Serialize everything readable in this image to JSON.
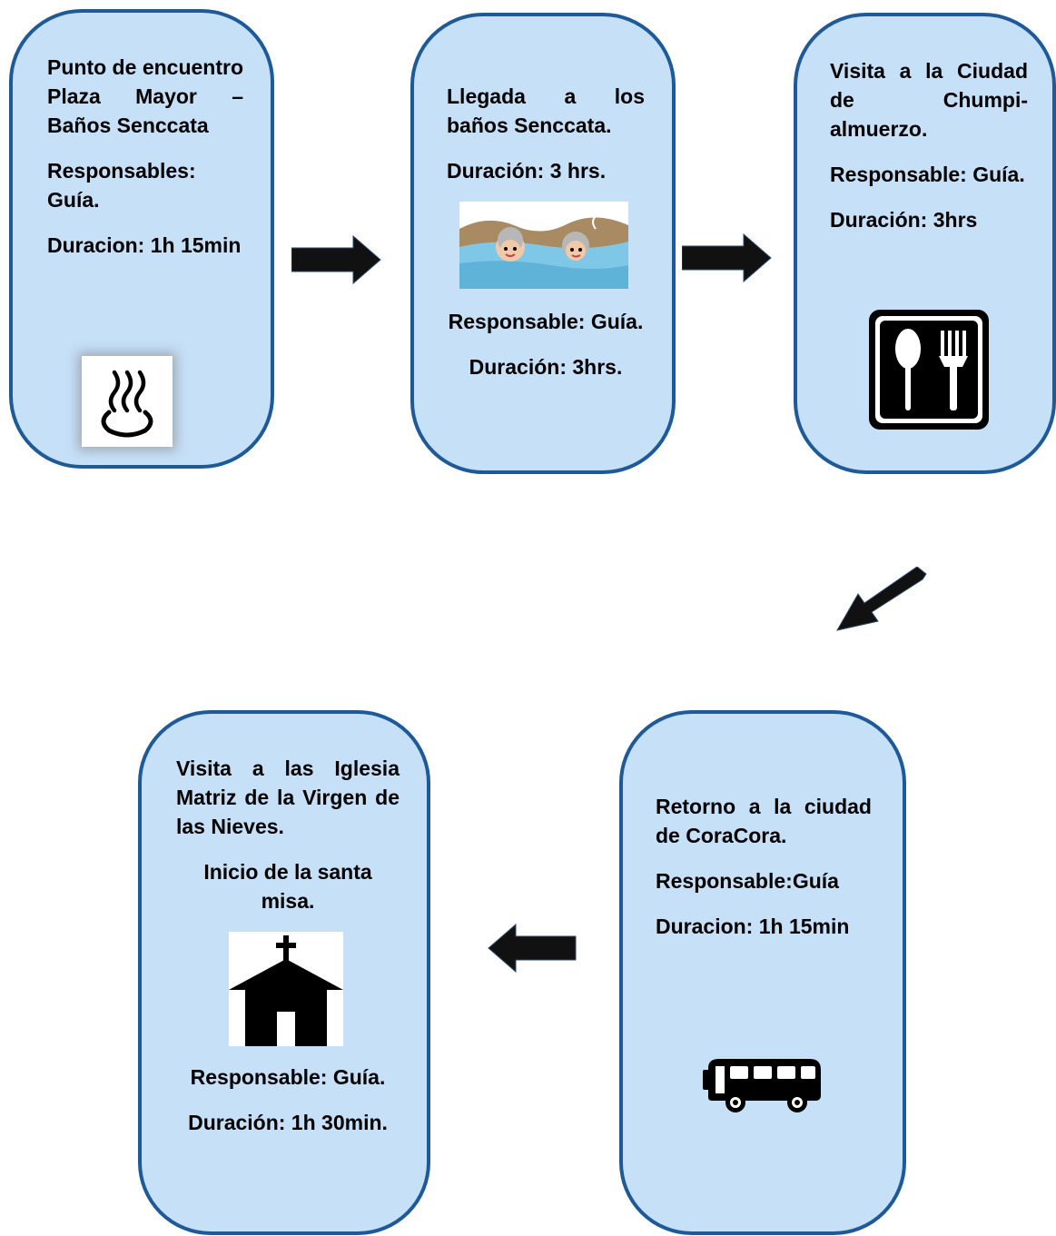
{
  "cards": [
    {
      "title": "Punto de encuentro Plaza Mayor – Baños Senccata",
      "responsible": "Responsables: Guía.",
      "duration": "Duracion: 1h 15min",
      "icon": "hot-spring-icon"
    },
    {
      "title": "Llegada a los baños Senccata.",
      "duration_top": "Duración: 3 hrs.",
      "responsible": "Responsable: Guía.",
      "duration": "Duración: 3hrs.",
      "icon": "bathing-people-illustration"
    },
    {
      "title": "Visita a la Ciudad de Chumpi- almuerzo.",
      "responsible": "Responsable: Guía.",
      "duration": "Duración: 3hrs",
      "icon": "restaurant-icon"
    },
    {
      "title": "Retorno a la ciudad de CoraCora.",
      "responsible": "Responsable:Guía",
      "duration": "Duracion: 1h 15min",
      "icon": "bus-icon"
    },
    {
      "title": "Visita a las Iglesia Matriz de la Virgen de las Nieves.",
      "subtitle": "Inicio de la santa misa.",
      "responsible": "Responsable: Guía.",
      "duration": "Duración: 1h 30min.",
      "icon": "church-icon"
    }
  ],
  "colors": {
    "card_fill": "#c6e0f8",
    "card_border": "#1f5a98",
    "arrow_fill": "#111111"
  }
}
